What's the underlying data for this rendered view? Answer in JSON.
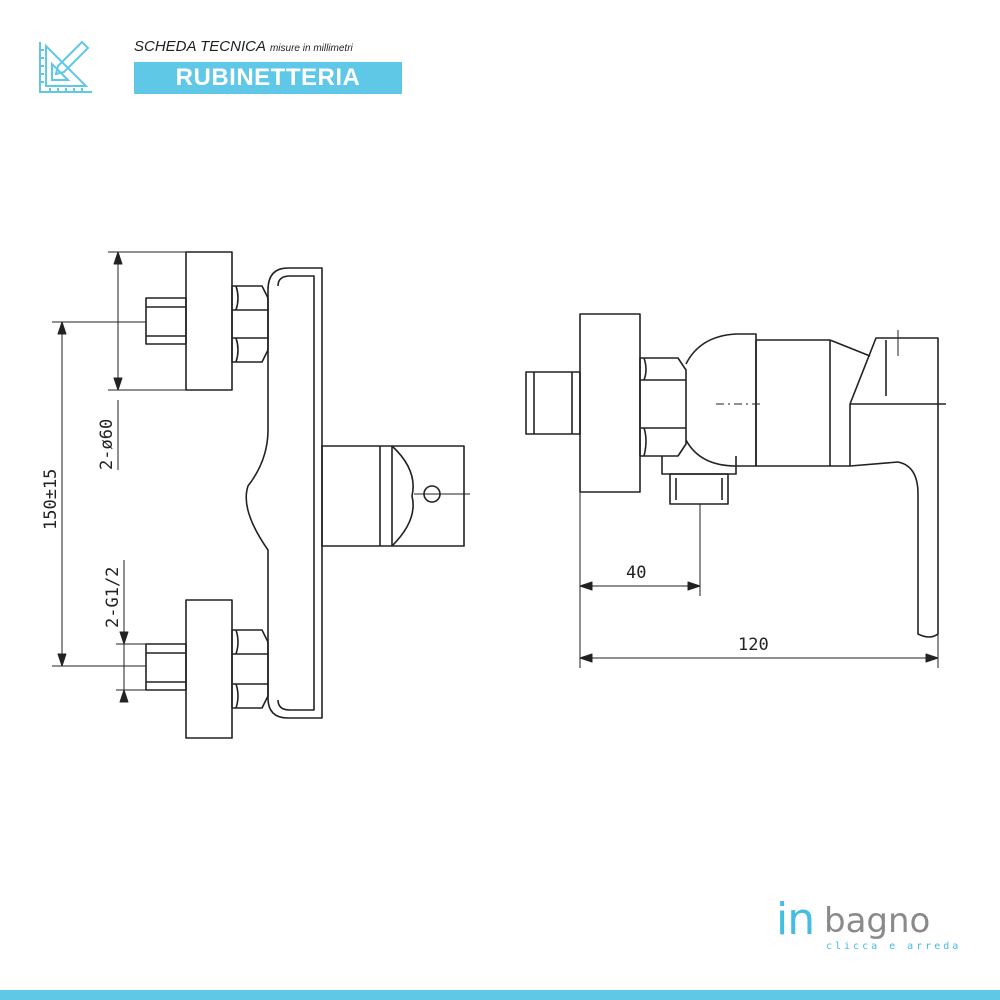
{
  "header": {
    "title": "SCHEDA TECNICA",
    "subtitle": "misure in millimetri",
    "category": "RUBINETTERIA",
    "icon": "ruler-pencil-icon"
  },
  "dimensions": {
    "bore_diameter": "2-ø60",
    "thread": "2-G1/2",
    "centers": "150±15",
    "outlet_offset": "40",
    "total_depth": "120"
  },
  "logo": {
    "prefix": "in",
    "name": "bagno",
    "tagline": "clicca e arreda"
  },
  "colors": {
    "accent": "#5ec8e6",
    "line": "#222222",
    "logo_grey": "#8a8a8a"
  }
}
